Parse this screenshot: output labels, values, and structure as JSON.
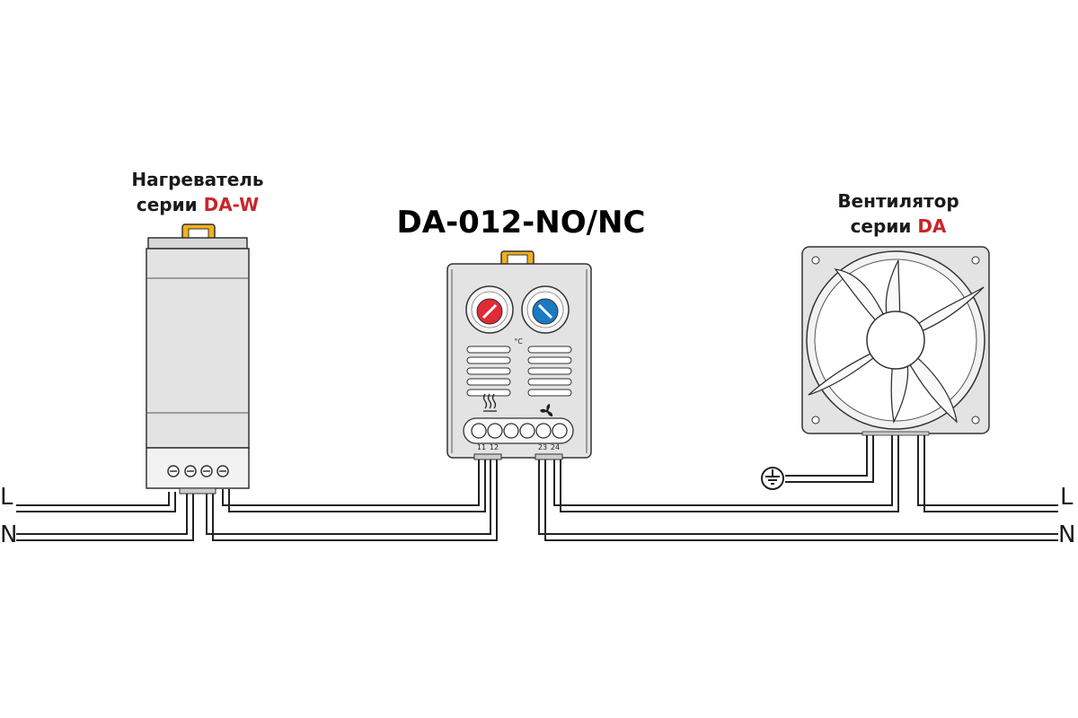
{
  "heater": {
    "caption_line1": "Нагреватель",
    "caption_line2_prefix": "серии ",
    "caption_line2_series": "DA-W"
  },
  "thermostat": {
    "title": "DA-012-NO/NC",
    "unit": "°C",
    "terminal_labels": [
      "11",
      "12",
      "",
      "",
      "23",
      "24"
    ],
    "heat_symbol": "heat-icon",
    "fan_symbol": "fan-icon"
  },
  "fan": {
    "caption_line1": "Вентилятор",
    "caption_line2_prefix": "серии ",
    "caption_line2_series": "DA"
  },
  "lines": {
    "left_L": "L",
    "left_N": "N",
    "right_L": "L",
    "right_N": "N"
  },
  "colors": {
    "accent": "#c8262b",
    "clip": "#f2b01e",
    "knob_heat": "#e02a35",
    "knob_cool": "#1a7ac4",
    "body_fill": "#e3e3e3",
    "wire": "#222222"
  }
}
